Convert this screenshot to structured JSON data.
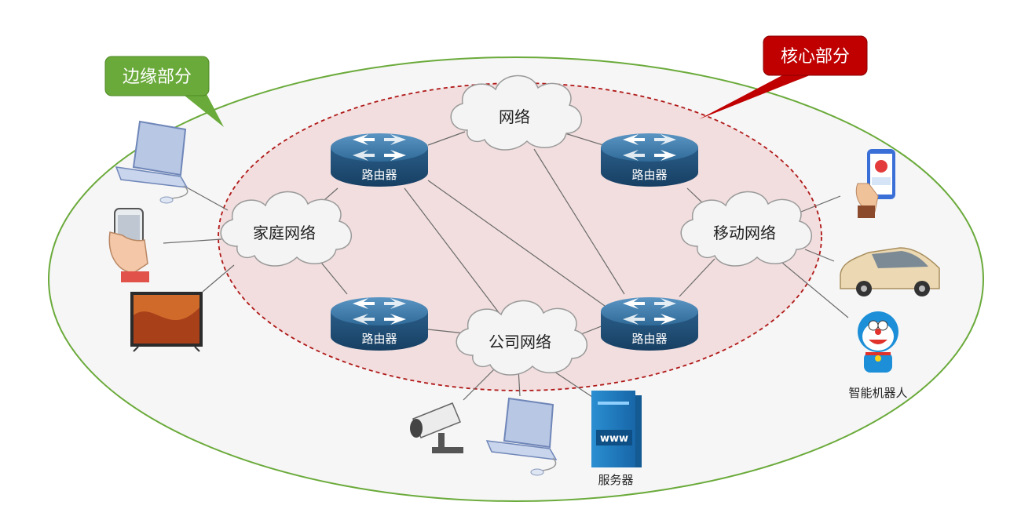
{
  "callouts": {
    "edge": {
      "text": "边缘部分",
      "color": "#6aaa3a"
    },
    "core": {
      "text": "核心部分",
      "color": "#c00000"
    }
  },
  "routers": {
    "label": "路由器",
    "items": [
      {
        "id": "router-top-left"
      },
      {
        "id": "router-top-right"
      },
      {
        "id": "router-bottom-left"
      },
      {
        "id": "router-bottom-right"
      }
    ]
  },
  "clouds": {
    "network": "网络",
    "home": "家庭网络",
    "mobile": "移动网络",
    "company": "公司网络"
  },
  "devices": {
    "server": "服务器",
    "server_badge": "www",
    "robot": "智能机器人"
  },
  "colors": {
    "core_fill": "#f2dede",
    "core_border": "#b01818",
    "edge_border": "#6aaa3a",
    "router_top": "#3e7aa8",
    "router_side": "#1f4f78",
    "link": "#666666"
  }
}
